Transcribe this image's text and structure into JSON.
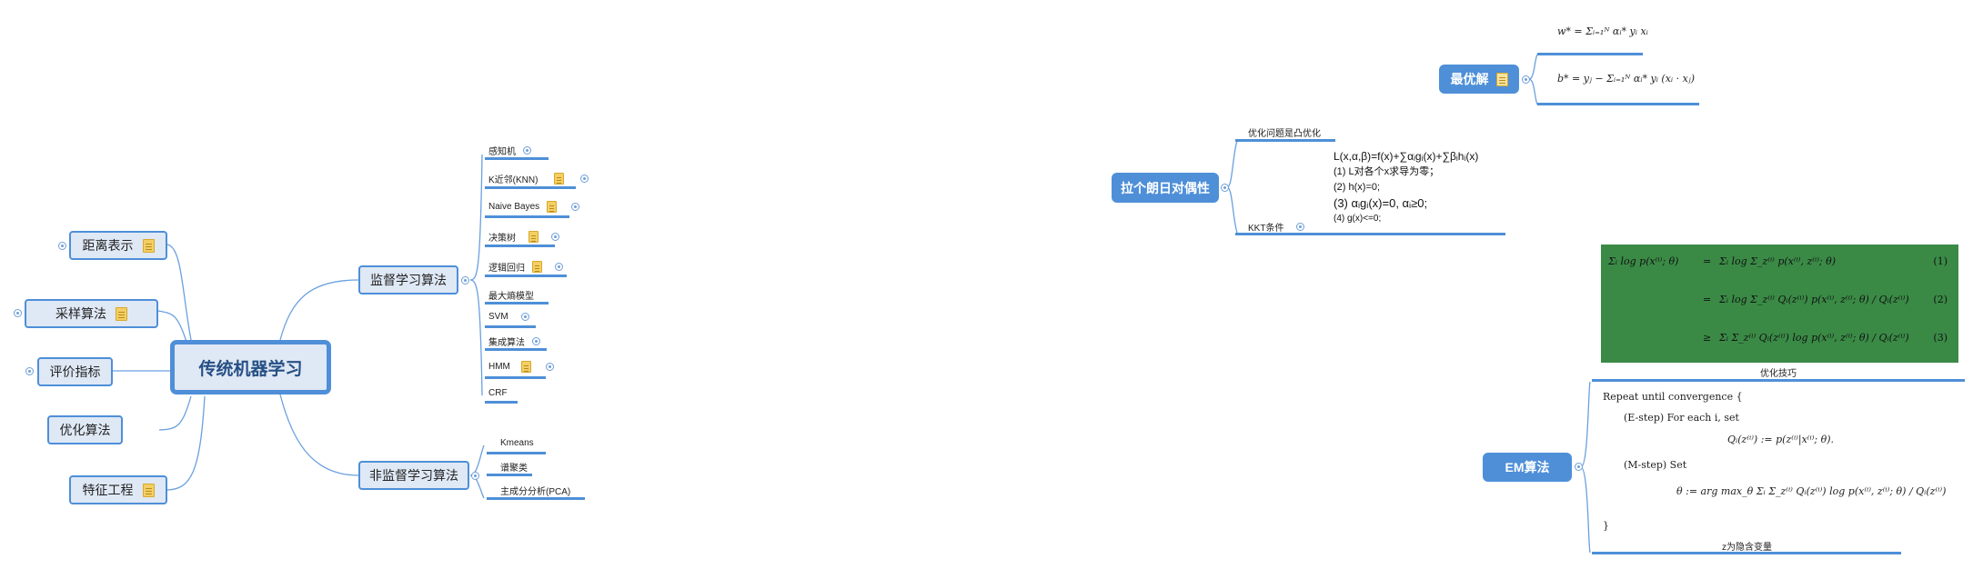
{
  "root": "传统机器学习",
  "left_topics": [
    {
      "label": "距离表示",
      "note": true
    },
    {
      "label": "采样算法",
      "note": true
    },
    {
      "label": "评价指标",
      "note": false
    },
    {
      "label": "优化算法",
      "note": false
    },
    {
      "label": "特征工程",
      "note": true
    }
  ],
  "supervised": {
    "label": "监督学习算法",
    "items": [
      "感知机",
      "K近邻(KNN)",
      "Naive Bayes",
      "决策树",
      "逻辑回归",
      "最大熵模型",
      "SVM",
      "集成算法",
      "HMM",
      "CRF"
    ]
  },
  "unsupervised": {
    "label": "非监督学习算法",
    "items": [
      "Kmeans",
      "谱聚类",
      "主成分分析(PCA)"
    ]
  },
  "optimal": {
    "label": "最优解",
    "w_formula": "w* = Σᵢ₌₁ᴺ αᵢ* yᵢ xᵢ",
    "b_formula": "b* = yⱼ − Σᵢ₌₁ᴺ αᵢ* yᵢ (xᵢ · xⱼ)"
  },
  "lagrange": {
    "label": "拉个朗日对偶性",
    "convex": "优化问题是凸优化",
    "kkt_label": "KKT条件",
    "kkt_lines": [
      "L(x,α,β)=f(x)+∑αᵢgᵢ(x)+∑βᵢhᵢ(x)",
      "(1) L对各个x求导为零；",
      "(2) h(x)=0;",
      "(3) αᵢgᵢ(x)=0,  αᵢ≥0;",
      "(4) g(x)<=0;"
    ]
  },
  "em": {
    "label": "EM算法",
    "trick": "优化技巧",
    "latent": "z为隐含变量",
    "green_rows": [
      {
        "lhs": "Σᵢ log p(x⁽ⁱ⁾; θ)",
        "op": "=",
        "rhs": "Σᵢ log Σ_z⁽ⁱ⁾ p(x⁽ⁱ⁾, z⁽ⁱ⁾; θ)",
        "no": "(1)"
      },
      {
        "lhs": "",
        "op": "=",
        "rhs": "Σᵢ log Σ_z⁽ⁱ⁾ Qᵢ(z⁽ⁱ⁾) p(x⁽ⁱ⁾, z⁽ⁱ⁾; θ) / Qᵢ(z⁽ⁱ⁾)",
        "no": "(2)"
      },
      {
        "lhs": "",
        "op": "≥",
        "rhs": "Σᵢ Σ_z⁽ⁱ⁾ Qᵢ(z⁽ⁱ⁾) log p(x⁽ⁱ⁾, z⁽ⁱ⁾; θ) / Qᵢ(z⁽ⁱ⁾)",
        "no": "(3)"
      }
    ],
    "algo": {
      "repeat": "Repeat until convergence {",
      "estep": "(E-step) For each i, set",
      "estep_eq": "Qᵢ(z⁽ⁱ⁾) := p(z⁽ⁱ⁾|x⁽ⁱ⁾; θ).",
      "mstep": "(M-step) Set",
      "mstep_eq": "θ := arg max_θ Σᵢ Σ_z⁽ⁱ⁾ Qᵢ(z⁽ⁱ⁾) log p(x⁽ⁱ⁾, z⁽ⁱ⁾; θ) / Qᵢ(z⁽ⁱ⁾)",
      "close": "}"
    }
  },
  "colors": {
    "accent": "#4e8fd8",
    "topic_fill": "#dfe8f5",
    "green": "#3a8a46",
    "note": "#f3cf63"
  }
}
